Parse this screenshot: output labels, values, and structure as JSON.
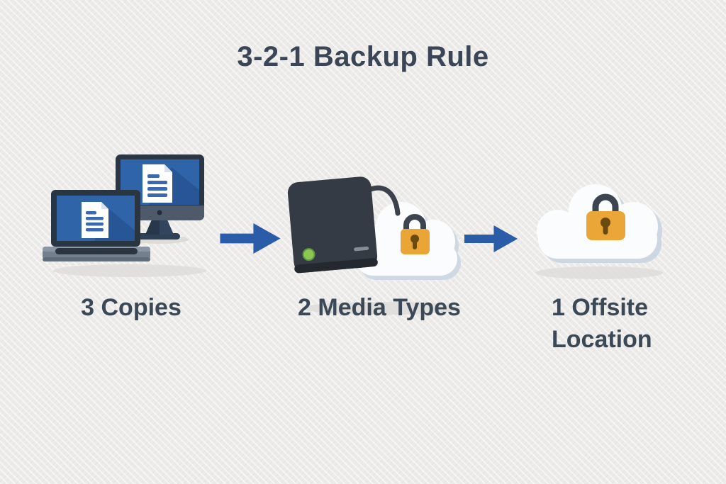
{
  "title": "3-2-1 Backup Rule",
  "sections": [
    {
      "id": "copies",
      "label": "3 Copies",
      "illustration": "two-computers-icon"
    },
    {
      "id": "media-types",
      "label": "2 Media Types",
      "illustration": "hard-drive-and-secure-cloud-icon"
    },
    {
      "id": "offsite",
      "label": "1 Offsite Location",
      "illustration": "secure-cloud-icon"
    }
  ],
  "arrows": [
    {
      "between": [
        "copies",
        "media-types"
      ],
      "direction": "right"
    },
    {
      "between": [
        "media-types",
        "offsite"
      ],
      "direction": "right"
    }
  ],
  "colors": {
    "background": "#ecebe9",
    "heading_text": "#3a4655",
    "label_text": "#3b4856",
    "arrow_blue": "#2b5ca7",
    "screen_blue": "#3064a9",
    "device_dark": "#2b3644",
    "laptop_base_gray": "#74808e",
    "hard_drive_dark": "#353b44",
    "led_green": "#8cc653",
    "cloud_white": "#fbfcfd",
    "cloud_rim": "#cdd7e2",
    "lock_orange": "#e9a636",
    "lock_shackle": "#3c444f",
    "document_line_blue": "#3a69b1"
  }
}
